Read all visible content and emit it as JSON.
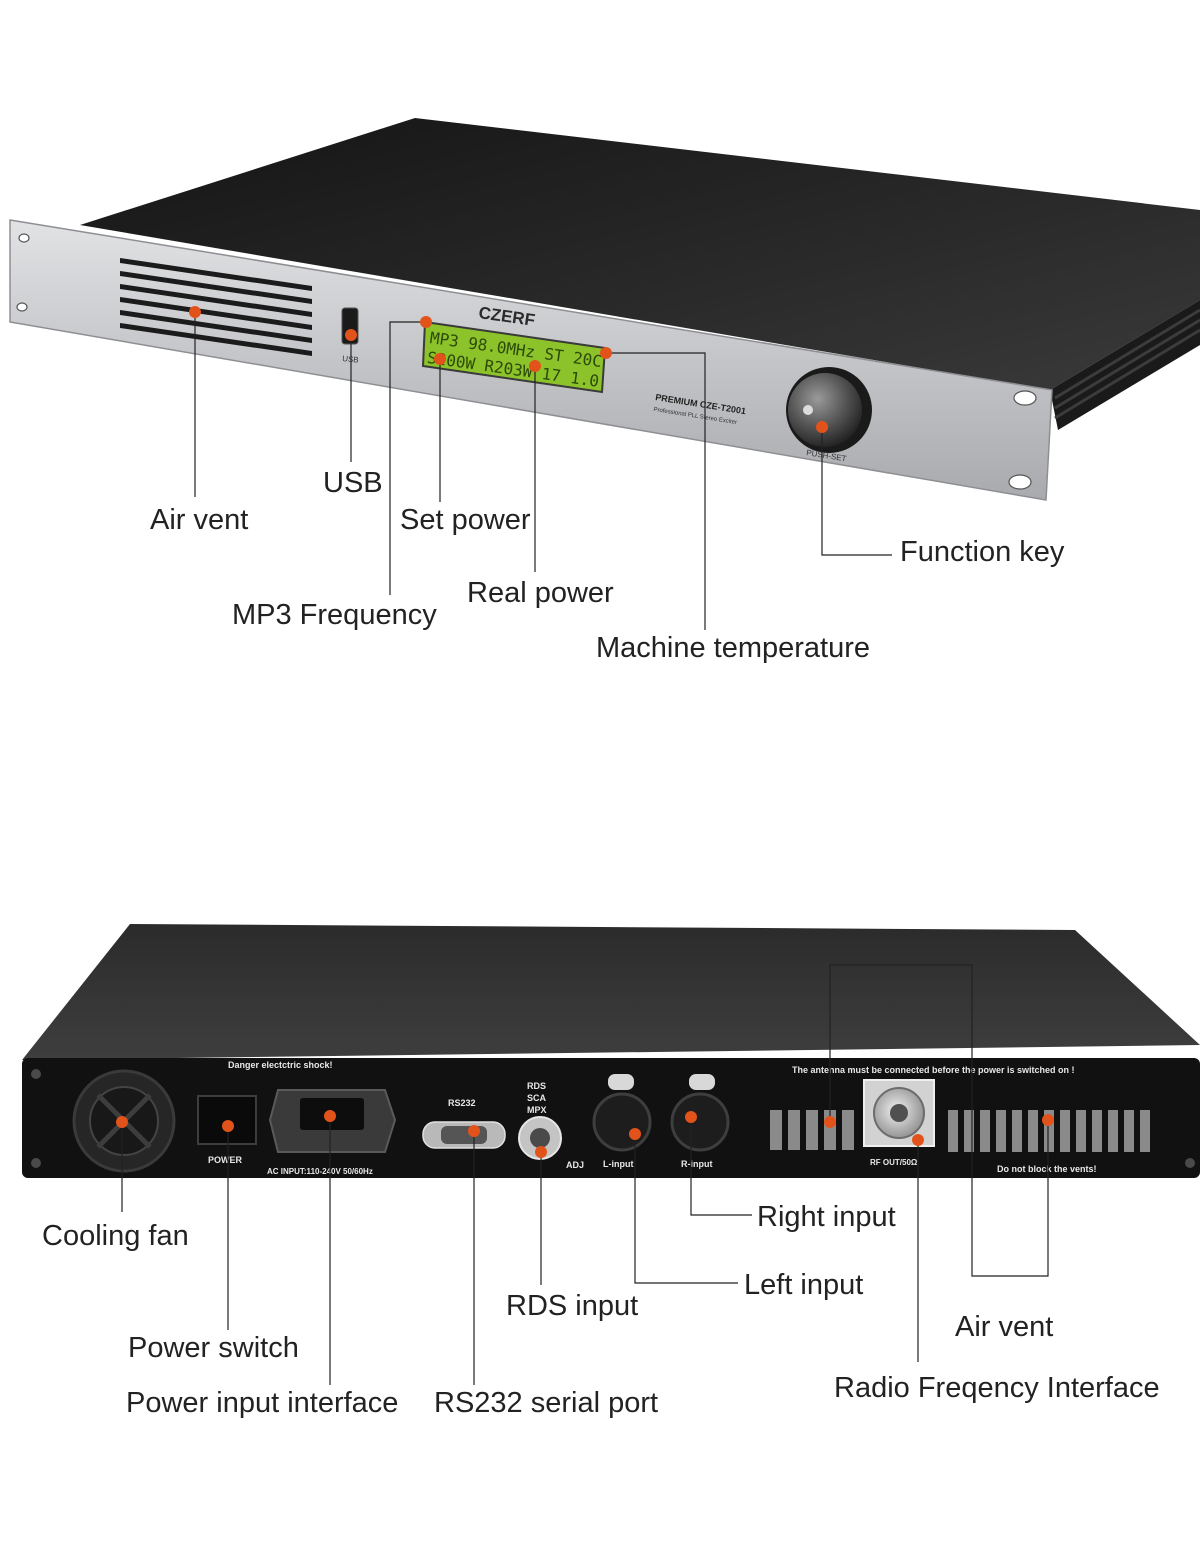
{
  "front": {
    "brand": "CZERF",
    "brand_accent_part": "RF",
    "usb_label": "USB",
    "model_line1": "PREMIUM CZE-T2001",
    "model_line2": "Professional PLL Stereo Exciter",
    "knob_label": "PUSH-SET",
    "lcd_line1": "MP3  98.0MHz ST 20C",
    "lcd_line2": "S200W  R203W  17 1.0",
    "callouts": {
      "air_vent": "Air vent",
      "usb": "USB",
      "set_power": "Set power",
      "mp3_frequency": "MP3 Frequency",
      "real_power": "Real power",
      "machine_temperature": "Machine temperature",
      "function_key": "Function key"
    }
  },
  "rear": {
    "warning_shock": "Danger electctric shock!",
    "warning_antenna": "The antenna must be connected before the power is switched on !",
    "warning_vents": "Do not block the vents!",
    "power_label": "POWER",
    "ac_input_label": "AC INPUT:110-240V 50/60Hz",
    "rs232_label": "RS232",
    "rds_label_1": "RDS",
    "rds_label_2": "SCA",
    "rds_label_3": "MPX",
    "adj_label": "ADJ",
    "l_input_label": "L-input",
    "r_input_label": "R-input",
    "rf_out_label": "RF OUT/50Ω",
    "callouts": {
      "cooling_fan": "Cooling fan",
      "power_switch": "Power switch",
      "power_input_interface": "Power input interface",
      "rs232_serial_port": "RS232 serial port",
      "rds_input": "RDS input",
      "left_input": "Left input",
      "right_input": "Right input",
      "air_vent": "Air vent",
      "radio_frequency_interface": "Radio Freqency Interface"
    }
  },
  "colors": {
    "marker": "#e2531c",
    "lcd_bg": "#8cc22a",
    "lcd_text": "#2c4a08",
    "panel_silver": "#c9cacc",
    "chassis_dark": "#262626",
    "label_text": "#222222"
  }
}
